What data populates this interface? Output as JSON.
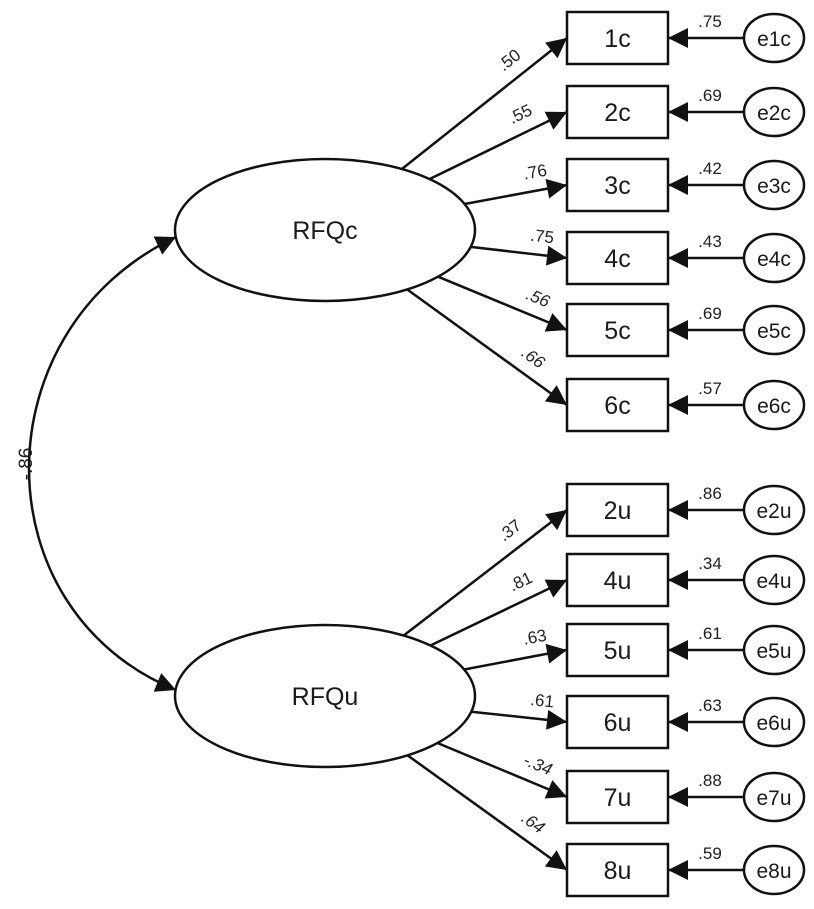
{
  "latents": [
    {
      "id": "RFQc",
      "label": "RFQc"
    },
    {
      "id": "RFQu",
      "label": "RFQu"
    }
  ],
  "covariance": {
    "value": "-.86",
    "from": "RFQc",
    "to": "RFQu"
  },
  "indicators": [
    {
      "label": "1c",
      "latent": "RFQc",
      "loading": ".50",
      "error": "e1c",
      "error_value": ".75"
    },
    {
      "label": "2c",
      "latent": "RFQc",
      "loading": ".55",
      "error": "e2c",
      "error_value": ".69"
    },
    {
      "label": "3c",
      "latent": "RFQc",
      "loading": ".76",
      "error": "e3c",
      "error_value": ".42"
    },
    {
      "label": "4c",
      "latent": "RFQc",
      "loading": ".75",
      "error": "e4c",
      "error_value": ".43"
    },
    {
      "label": "5c",
      "latent": "RFQc",
      "loading": ".56",
      "error": "e5c",
      "error_value": ".69"
    },
    {
      "label": "6c",
      "latent": "RFQc",
      "loading": ".66",
      "error": "e6c",
      "error_value": ".57"
    },
    {
      "label": "2u",
      "latent": "RFQu",
      "loading": ".37",
      "error": "e2u",
      "error_value": ".86"
    },
    {
      "label": "4u",
      "latent": "RFQu",
      "loading": ".81",
      "error": "e4u",
      "error_value": ".34"
    },
    {
      "label": "5u",
      "latent": "RFQu",
      "loading": ".63",
      "error": "e5u",
      "error_value": ".61"
    },
    {
      "label": "6u",
      "latent": "RFQu",
      "loading": ".61",
      "error": "e6u",
      "error_value": ".63"
    },
    {
      "label": "7u",
      "latent": "RFQu",
      "loading": "-.34",
      "error": "e7u",
      "error_value": ".88"
    },
    {
      "label": "8u",
      "latent": "RFQu",
      "loading": ".64",
      "error": "e8u",
      "error_value": ".59"
    }
  ]
}
